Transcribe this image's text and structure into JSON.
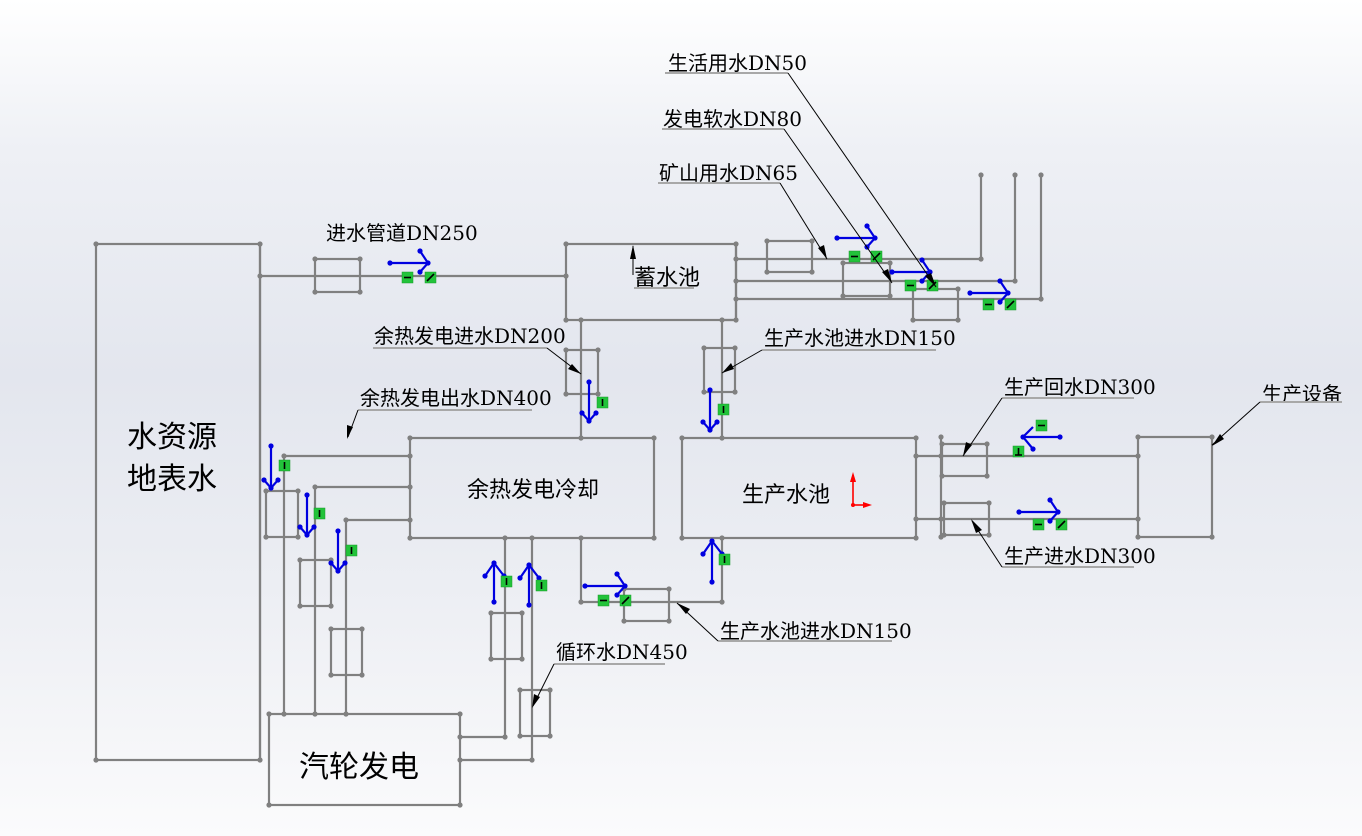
{
  "diagram": {
    "title": "Water supply system flow diagram",
    "blocks": [
      {
        "id": "water-source",
        "label_lines": [
          "水资源",
          "地表水"
        ]
      },
      {
        "id": "storage-pool",
        "label": "蓄水池"
      },
      {
        "id": "waste-heat-cooling",
        "label": "余热发电冷却"
      },
      {
        "id": "production-pool",
        "label": "生产水池"
      },
      {
        "id": "turbine-generation",
        "label": "汽轮发电"
      }
    ],
    "pipe_labels": {
      "domestic_water": "生活用水DN50",
      "power_soft_water": "发电软水DN80",
      "mine_water": "矿山用水DN65",
      "inlet_pipe": "进水管道DN250",
      "waste_heat_inlet": "余热发电进水DN200",
      "waste_heat_outlet": "余热发电出水DN400",
      "production_pool_inlet_top": "生产水池进水DN150",
      "production_return": "生产回水DN300",
      "production_equipment": "生产设备",
      "production_inlet": "生产进水DN300",
      "production_pool_inlet_bottom": "生产水池进水DN150",
      "circulating_water": "循环水DN450"
    },
    "colors": {
      "pipe": "#808080",
      "flow_arrow": "#0000e0",
      "relation_badge": "#22c33a",
      "origin_axis": "#ff0000"
    }
  }
}
